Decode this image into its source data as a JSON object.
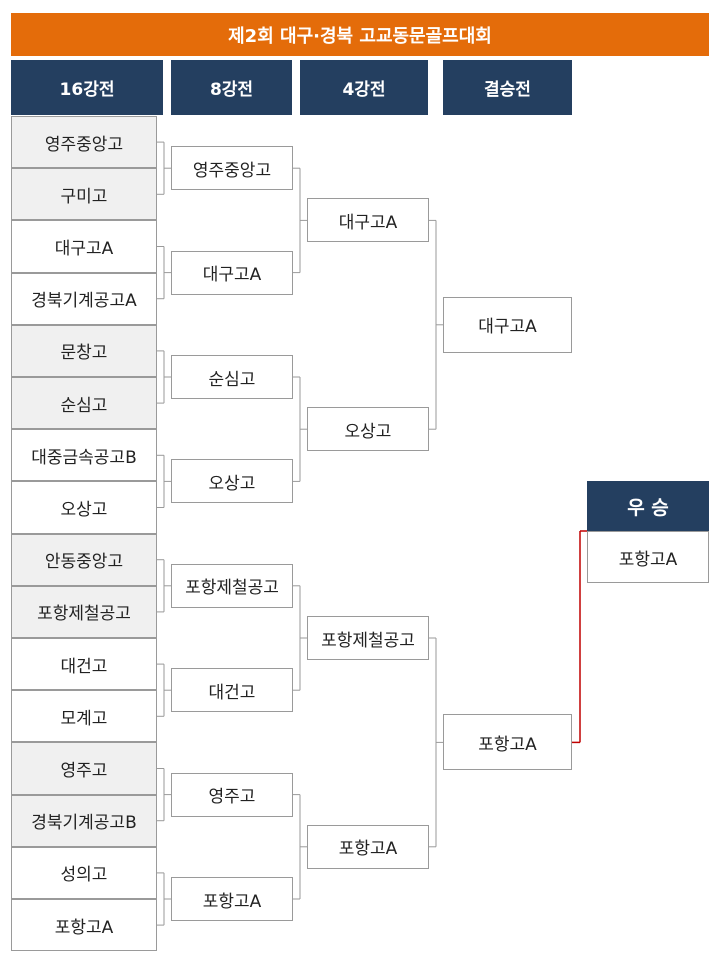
{
  "title": "제2회 대구·경북 고교동문골프대회",
  "rounds": [
    "16강전",
    "8강전",
    "4강전",
    "결승전"
  ],
  "r16": [
    "영주중앙고",
    "구미고",
    "대구고A",
    "경북기계공고A",
    "문창고",
    "순심고",
    "대중금속공고B",
    "오상고",
    "안동중앙고",
    "포항제철공고",
    "대건고",
    "모계고",
    "영주고",
    "경북기계공고B",
    "성의고",
    "포항고A"
  ],
  "r8": [
    "영주중앙고",
    "대구고A",
    "순심고",
    "오상고",
    "포항제철공고",
    "대건고",
    "영주고",
    "포항고A"
  ],
  "r4": [
    "대구고A",
    "오상고",
    "포항제철공고",
    "포항고A"
  ],
  "final": [
    "대구고A",
    "포항고A"
  ],
  "champion_label": "우 승",
  "champion": "포항고A",
  "colors": {
    "banner": "#e46c0a",
    "header": "#243f60",
    "line": "#9a9a9a",
    "winner_line": "#c00000"
  }
}
